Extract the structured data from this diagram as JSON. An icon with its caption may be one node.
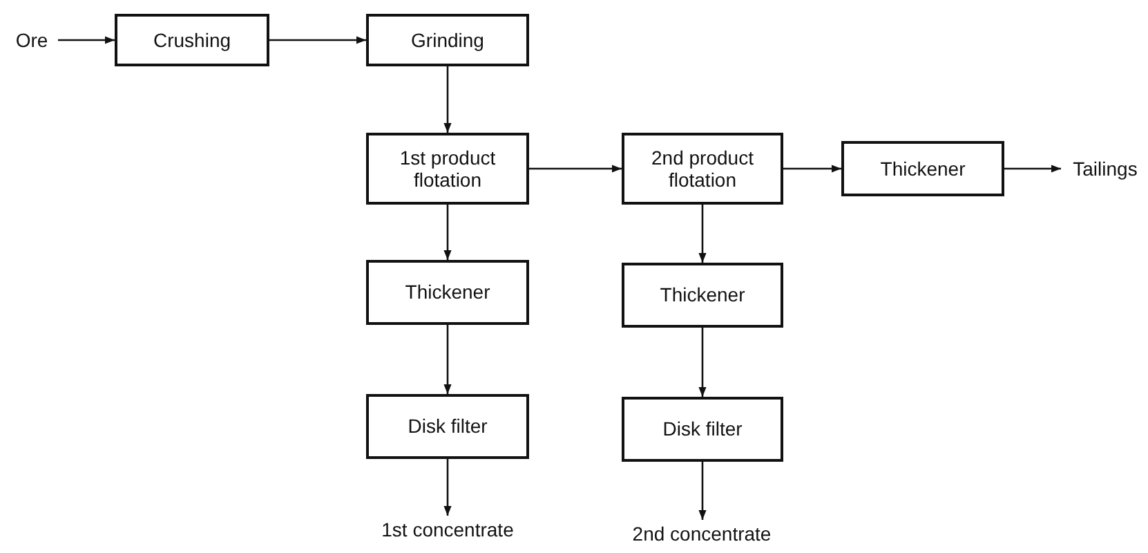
{
  "diagram": {
    "nodes": [
      {
        "text": [
          "Ore"
        ]
      },
      {
        "text": [
          "Crushing"
        ]
      },
      {
        "text": [
          "Grinding"
        ]
      },
      {
        "text": [
          "1st product flotation"
        ]
      },
      {
        "text": [
          "2nd product flotation"
        ]
      },
      {
        "text": [
          "Thickener"
        ]
      },
      {
        "text": [
          "Tailings"
        ]
      },
      {
        "text": [
          "Thickener"
        ]
      },
      {
        "text": [
          "Thickener"
        ]
      },
      {
        "text": [
          "Disk filter"
        ]
      },
      {
        "text": [
          "Disk filter"
        ]
      },
      {
        "text": [
          "1st concentrate"
        ]
      },
      {
        "text": [
          "2nd concentrate"
        ]
      }
    ],
    "edges": [
      {
        "from": 0,
        "to": 1,
        "arrow": "to"
      },
      {
        "from": 1,
        "to": 2,
        "arrow": "to"
      },
      {
        "from": 2,
        "to": 3,
        "arrow": "to"
      },
      {
        "from": 3,
        "to": 4,
        "arrow": "to"
      },
      {
        "from": 4,
        "to": 5,
        "arrow": "to"
      },
      {
        "from": 5,
        "to": 6,
        "arrow": "to"
      },
      {
        "from": 3,
        "to": 7,
        "arrow": "to"
      },
      {
        "from": 7,
        "to": 9,
        "arrow": "to"
      },
      {
        "from": 9,
        "to": 11,
        "arrow": "to"
      },
      {
        "from": 4,
        "to": 8,
        "arrow": "to"
      },
      {
        "from": 8,
        "to": 10,
        "arrow": "to"
      },
      {
        "from": 10,
        "to": 12,
        "arrow": "to"
      }
    ]
  }
}
